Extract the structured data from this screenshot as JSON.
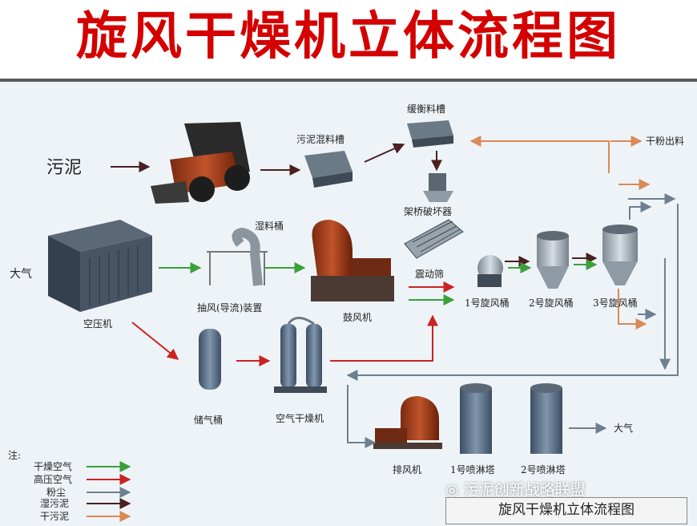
{
  "title": "旋风干燥机立体流程图",
  "labels": {
    "sludge": "污泥",
    "buffer_tank": "缓衡料槽",
    "mix_tank": "污泥混料槽",
    "dry_powder_out": "干粉出料",
    "bridge_breaker": "架桥破坏器",
    "wet_tank": "湿料桶",
    "atmosphere_in": "大气",
    "air_compressor": "空压机",
    "suction_device": "抽风(导流)装置",
    "blower": "鼓风机",
    "vibrating_screen": "震动筛",
    "cyclone_1": "1号旋风桶",
    "cyclone_2": "2号旋风桶",
    "cyclone_3": "3号旋风桶",
    "gas_tank": "储气桶",
    "air_dryer": "空气干燥机",
    "exhaust_fan": "排风机",
    "spray_tower_1": "1号喷淋塔",
    "spray_tower_2": "2号喷淋塔",
    "atmosphere_out": "大气"
  },
  "legend": {
    "title": "注:",
    "items": [
      {
        "label": "干燥空气",
        "color": "#3aa03a"
      },
      {
        "label": "高压空气",
        "color": "#cc2222"
      },
      {
        "label": "粉尘",
        "color": "#6e8090"
      },
      {
        "label": "湿污泥",
        "color": "#4a2020"
      },
      {
        "label": "干污泥",
        "color": "#d98a55"
      }
    ]
  },
  "watermark": "污泥创新战略联盟",
  "footer_title": "旋风干燥机立体流程图",
  "colors": {
    "dry_air": "#3aa03a",
    "high_pressure": "#cc2222",
    "dust": "#6e8090",
    "wet_sludge": "#4a2020",
    "dry_sludge": "#d98a55"
  }
}
